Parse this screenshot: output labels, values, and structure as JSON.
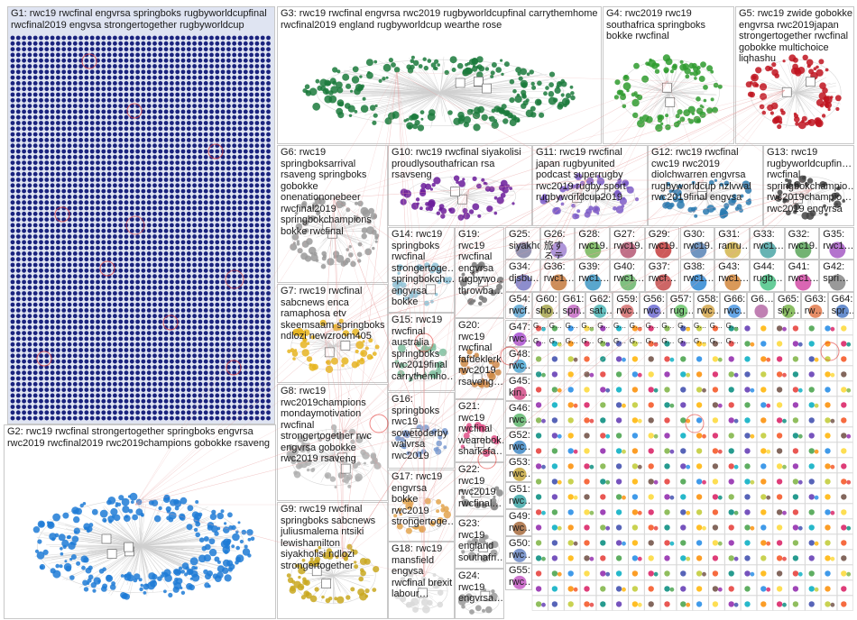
{
  "groups": [
    {
      "id": "G1",
      "label": "G1: rwc19 rwcfinal engvrsa springboks rugbyworldcupfinal rwcfinal2019 engvsa strongertogether rugbyworldcup",
      "color": "#1a237e",
      "kind": "grid"
    },
    {
      "id": "G2",
      "label": "G2: rwc19 rwcfinal strongertogether springboks engvrsa rwc2019 rwcfinal2019 rwc2019champions gobokke rsaveng",
      "color": "#1e7bd6",
      "kind": "cluster"
    },
    {
      "id": "G3",
      "label": "G3: rwc19 rwcfinal engvrsa rwc2019 rugbyworldcupfinal carrythemhome rwcfinal2019 england rugbyworldcup wearthe rose",
      "color": "#1b7a3c",
      "kind": "cluster"
    },
    {
      "id": "G4",
      "label": "G4: rwc2019 rwc19 southafrica springboks bokke rwcfinal",
      "color": "#2e9b2e",
      "kind": "cluster"
    },
    {
      "id": "G5",
      "label": "G5: rwc19 zwide gobokke engvrsa rwc2019japan strongertogether rwcfinal gobokke multichoice liqhashu",
      "color": "#c0131f",
      "kind": "cluster"
    },
    {
      "id": "G6",
      "label": "G6: rwc19 springboksarrival rsaveng springboks gobokke onenationonebeer rwcfinal2019 springbokchampions bokke rwcfinal",
      "color": "#9a9a9a",
      "kind": "cluster"
    },
    {
      "id": "G7",
      "label": "G7: rwc19 rwcfinal sabcnews enca ramaphosa etv skeemsaam springboks ndlozi newzroom405",
      "color": "#e6b520",
      "kind": "cluster"
    },
    {
      "id": "G8",
      "label": "G8: rwc19 rwc2019champions mondaymotivation rwcfinal strongertogether rwc engvrsa gobokke rwc2019 rsaveng",
      "color": "#b0b0b0",
      "kind": "cluster"
    },
    {
      "id": "G9",
      "label": "G9: rwc19 rwcfinal springboks sabcnews juliusmalema ntsiki lewishamilton siyakholisi ndlozi strongertogether",
      "color": "#c9a820",
      "kind": "cluster"
    },
    {
      "id": "G10",
      "label": "G10: rwc19 rwcfinal siyakolisi proudlysouthafrican rsa rsavseng",
      "color": "#6a1b9a",
      "kind": "cluster"
    },
    {
      "id": "G11",
      "label": "G11: rwc19 rwcfinal japan rugbyunited podcast superrugby rwc2019 rugby sport rugbyworldcup2019",
      "color": "#7b5cc8",
      "kind": "cluster"
    },
    {
      "id": "G12",
      "label": "G12: rwc19 rwcfinal cwc19 rwc2019 diolchwarren engvrsa rugbyworldcup nzlvwal rwc2019final engvsa",
      "color": "#2a7ab0",
      "kind": "cluster"
    },
    {
      "id": "G13",
      "label": "G13: rwc19 rugbyworldcupfin… rwcfinal springbokchampio… rwc2019champio… rwc2019 engvrsa",
      "color": "#444444",
      "kind": "cluster"
    },
    {
      "id": "G14",
      "label": "G14: rwc19 springboks rwcfinal strongertoge… springbokch… engvrsa bokke",
      "color": "#8ec2d6",
      "kind": "cluster"
    },
    {
      "id": "G15",
      "label": "G15: rwc19 rwcfinal australia springboks rwc2019final carrythemho…",
      "color": "#7fbf9f",
      "kind": "cluster"
    },
    {
      "id": "G16",
      "label": "G16: springboks rwc19 sowetoderby walvrsa rwc2019",
      "color": "#7a9bd0",
      "kind": "cluster"
    },
    {
      "id": "G17",
      "label": "G17: rwc19 engvrsa bokke rwc2019 strongertoge…",
      "color": "#e3a44e",
      "kind": "cluster"
    },
    {
      "id": "G18",
      "label": "G18: rwc19 mansfield engvsa rwcfinal brexit labour…",
      "color": "#d9d9d9",
      "kind": "cluster"
    },
    {
      "id": "G19",
      "label": "G19: rwc19 rwcfinal engvrsa rugbywo… throwba…",
      "color": "#777777",
      "kind": "cluster"
    },
    {
      "id": "G20",
      "label": "G20: rwc19 rwcfinal fafdeklerk rwc2019 rsaveng…",
      "color": "#cc8844",
      "kind": "cluster"
    },
    {
      "id": "G21",
      "label": "G21: rwc19 rwcfinal wearebok… sharksfa…",
      "color": "#e05088",
      "kind": "cluster"
    },
    {
      "id": "G22",
      "label": "G22: rwc19 rwc2019 rwcfinal…",
      "color": "#888888",
      "kind": "cluster"
    },
    {
      "id": "G23",
      "label": "G23: rwc19 england southafri…",
      "color": "#999999",
      "kind": "cluster"
    },
    {
      "id": "G24",
      "label": "G24: rwc19 engvrsa…",
      "color": "#999999",
      "kind": "cluster"
    }
  ],
  "small_groups": [
    {
      "id": "G25",
      "label": "G25: siyakholisi…",
      "color": "#7a7aa0"
    },
    {
      "id": "G26",
      "label": "G26: 旅す るテカジャ…",
      "color": "#9a7ad0"
    },
    {
      "id": "G28",
      "label": "G28: rwc19…",
      "color": "#6ab04c"
    },
    {
      "id": "G27",
      "label": "G27: rwc19…",
      "color": "#b04c6a"
    },
    {
      "id": "G29",
      "label": "G29: rwc19…",
      "color": "#c03030"
    },
    {
      "id": "G30",
      "label": "G30: rwc19…",
      "color": "#4c7ab0"
    },
    {
      "id": "G31",
      "label": "G31: ranru…",
      "color": "#d0b040"
    },
    {
      "id": "G33",
      "label": "G33: rwc1…",
      "color": "#40a0a0"
    },
    {
      "id": "G32",
      "label": "G32: rwc19…",
      "color": "#50a050"
    },
    {
      "id": "G35",
      "label": "G35: rwc1…",
      "color": "#a050c0"
    },
    {
      "id": "G34",
      "label": "G34: djsbu…",
      "color": "#7070c0"
    },
    {
      "id": "G36",
      "label": "G36: rwc1…",
      "color": "#c07030"
    },
    {
      "id": "G39",
      "label": "G39: rwc1…",
      "color": "#3090c0"
    },
    {
      "id": "G40",
      "label": "G40: rwc1…",
      "color": "#60b060"
    },
    {
      "id": "G37",
      "label": "G37: rwcf…",
      "color": "#c04040"
    },
    {
      "id": "G38",
      "label": "G38: rwc1…",
      "color": "#2080d0"
    },
    {
      "id": "G43",
      "label": "G43: rwc1…",
      "color": "#d08030"
    },
    {
      "id": "G44",
      "label": "G44: rugb…",
      "color": "#40c080"
    },
    {
      "id": "G41",
      "label": "G41: rwc1…",
      "color": "#d040a0"
    },
    {
      "id": "G42",
      "label": "G42: spri…",
      "color": "#808080"
    },
    {
      "id": "G54",
      "label": "G54: rwcf…",
      "color": "#50a0d0"
    },
    {
      "id": "G60",
      "label": "G60: sho…",
      "color": "#a0a040"
    },
    {
      "id": "G61",
      "label": "G61: spri…",
      "color": "#c060c0"
    },
    {
      "id": "G62",
      "label": "G62: sat…",
      "color": "#40b0b0"
    },
    {
      "id": "G59",
      "label": "G59: rwc…",
      "color": "#d06060"
    },
    {
      "id": "G56",
      "label": "G56: rwc…",
      "color": "#6060d0"
    },
    {
      "id": "G57",
      "label": "G57: rug…",
      "color": "#60c060"
    },
    {
      "id": "G58",
      "label": "G58: rwc…",
      "color": "#d0a040"
    },
    {
      "id": "G66",
      "label": "G66: rwc…",
      "color": "#4090e0"
    },
    {
      "id": "G6x",
      "label": "G6…",
      "color": "#b060a0"
    },
    {
      "id": "G65",
      "label": "G65: siy…",
      "color": "#70b040"
    },
    {
      "id": "G63",
      "label": "G63: rw…",
      "color": "#e07040"
    },
    {
      "id": "G64",
      "label": "G64: spr…",
      "color": "#4070c0"
    },
    {
      "id": "G47",
      "label": "G47: rwc…",
      "color": "#a040d0"
    },
    {
      "id": "G48",
      "label": "G48: rwc…",
      "color": "#40a0d0"
    },
    {
      "id": "G45",
      "label": "G45: kin…",
      "color": "#d04080"
    },
    {
      "id": "G46",
      "label": "G46: rwc…",
      "color": "#50b060"
    },
    {
      "id": "G52",
      "label": "G52: rwc…",
      "color": "#3080c0"
    },
    {
      "id": "G53",
      "label": "G53: rwc…",
      "color": "#c0a030"
    },
    {
      "id": "G51",
      "label": "G51: rwc…",
      "color": "#30a0a0"
    },
    {
      "id": "G49",
      "label": "G49: rwc…",
      "color": "#a06030"
    },
    {
      "id": "G50",
      "label": "G50: rwc…",
      "color": "#6080c0"
    },
    {
      "id": "G55",
      "label": "G55: rwc…",
      "color": "#c050c0"
    }
  ],
  "grid_label": "G…",
  "palette": [
    "#e53935",
    "#43a047",
    "#1e88e5",
    "#fdd835",
    "#8e24aa",
    "#00acc1",
    "#fb8c00",
    "#d81b60",
    "#7cb342",
    "#3949ab",
    "#c0ca33",
    "#f4511e",
    "#00897b",
    "#5e35b1",
    "#ffb300",
    "#6d4c41"
  ],
  "edge_color": "#e8a0a0",
  "accent_red": "#e53935"
}
